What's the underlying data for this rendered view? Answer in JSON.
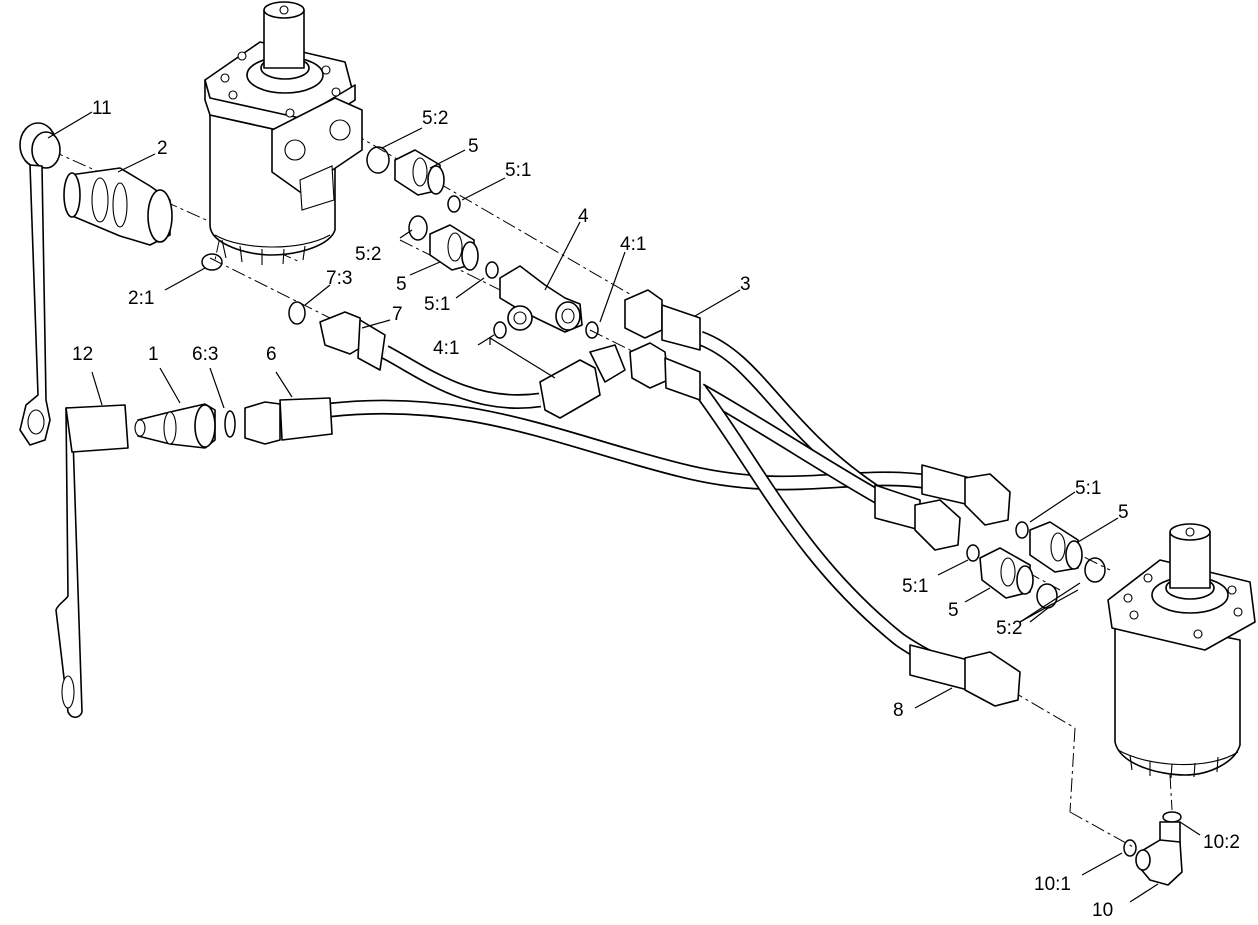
{
  "diagram": {
    "type": "exploded parts view",
    "colors": {
      "line": "#000000",
      "background": "#ffffff"
    },
    "callouts": {
      "c11": "11",
      "c2": "2",
      "c2_1": "2:1",
      "c12": "12",
      "c1": "1",
      "c6_3": "6:3",
      "c6": "6",
      "c7_3": "7:3",
      "c7": "7",
      "c5_2_top": "5:2",
      "c5_top": "5",
      "c5_1_top": "5:1",
      "c5_2_mid": "5:2",
      "c5_mid": "5",
      "c5_1_mid": "5:1",
      "c4": "4",
      "c4_1_upper": "4:1",
      "c4_1_lower": "4:1",
      "c3": "3",
      "c5_1_right": "5:1",
      "c5_right": "5",
      "c5_1_right_low": "5:1",
      "c5_right_low": "5",
      "c5_2_right": "5:2",
      "c8": "8",
      "c10_2": "10:2",
      "c10_1": "10:1",
      "c10": "10"
    }
  }
}
